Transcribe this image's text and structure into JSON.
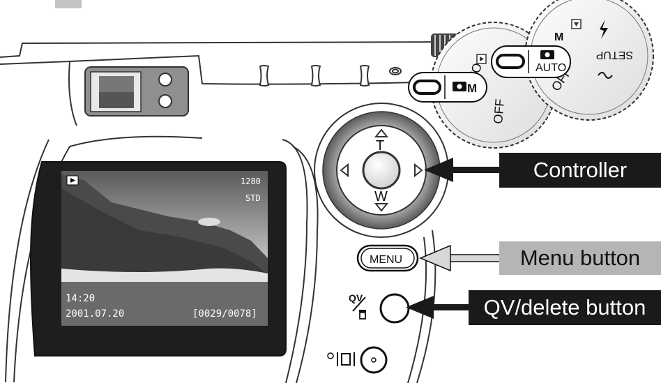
{
  "camera": {
    "buttons": {
      "menu_label": "MENU",
      "qv_label": "QV",
      "display_button_icon": "display-mode-icon",
      "qv_delete_icon": "trash-icon"
    },
    "dial_left": {
      "mode_label": "M",
      "auto_label": "AUTO",
      "off_label": "OFF"
    },
    "dial_right": {
      "auto_label": "AUTO",
      "off_label": "OFF",
      "setup_label": "SETUP",
      "mode_label": "M"
    },
    "controller": {
      "tele_label": "T",
      "wide_label": "W"
    },
    "lcd": {
      "image_size": "1280",
      "quality": "STD",
      "time": "14:20",
      "date": "2001.07.20",
      "frame_counter": "[0029/0078]",
      "playback_icon": "playback-icon"
    }
  },
  "callouts": {
    "controller": "Controller",
    "menu_button": "Menu button",
    "qv_delete_button": "QV/delete button"
  },
  "colors": {
    "callout_dark": "#1a1a1a",
    "callout_light": "#b5b5b5",
    "lcd_bezel": "#1e1e1e",
    "body_line": "#333333"
  }
}
